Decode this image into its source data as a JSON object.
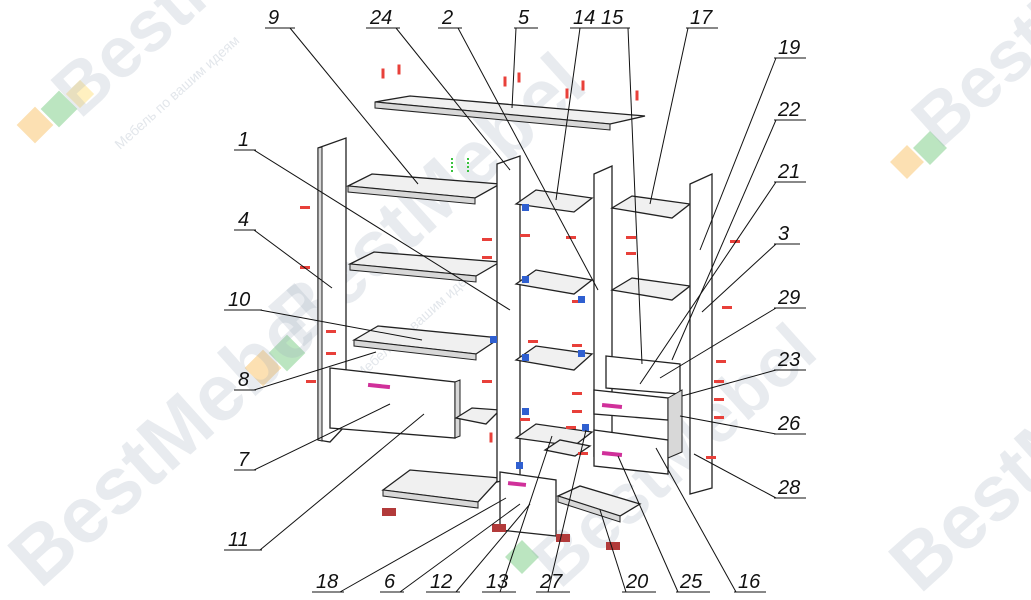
{
  "diagram": {
    "callouts": [
      {
        "id": "c9",
        "text": "9"
      },
      {
        "id": "c24",
        "text": "24"
      },
      {
        "id": "c2",
        "text": "2"
      },
      {
        "id": "c5",
        "text": "5"
      },
      {
        "id": "c14",
        "text": "14"
      },
      {
        "id": "c15",
        "text": "15"
      },
      {
        "id": "c17",
        "text": "17"
      },
      {
        "id": "c19",
        "text": "19"
      },
      {
        "id": "c22",
        "text": "22"
      },
      {
        "id": "c21",
        "text": "21"
      },
      {
        "id": "c3",
        "text": "3"
      },
      {
        "id": "c29",
        "text": "29"
      },
      {
        "id": "c23",
        "text": "23"
      },
      {
        "id": "c26",
        "text": "26"
      },
      {
        "id": "c28",
        "text": "28"
      },
      {
        "id": "c1",
        "text": "1"
      },
      {
        "id": "c4",
        "text": "4"
      },
      {
        "id": "c10",
        "text": "10"
      },
      {
        "id": "c8",
        "text": "8"
      },
      {
        "id": "c7",
        "text": "7"
      },
      {
        "id": "c11",
        "text": "11"
      },
      {
        "id": "c18",
        "text": "18"
      },
      {
        "id": "c6",
        "text": "6"
      },
      {
        "id": "c12",
        "text": "12"
      },
      {
        "id": "c13",
        "text": "13"
      },
      {
        "id": "c27",
        "text": "27"
      },
      {
        "id": "c20",
        "text": "20"
      },
      {
        "id": "c25",
        "text": "25"
      },
      {
        "id": "c16",
        "text": "16"
      }
    ]
  },
  "watermark": {
    "brand": "BestMebel",
    "tagline": "Мебель по вашим идеям"
  },
  "colors": {
    "fastener_red": "#e8403a",
    "fastener_blue": "#2f5fd0",
    "handle_magenta": "#d0309a",
    "dowel_green": "#39c23f",
    "logo_orange": "#f6a623",
    "logo_green": "#3cb44b",
    "logo_yellow": "#ffd54a"
  }
}
